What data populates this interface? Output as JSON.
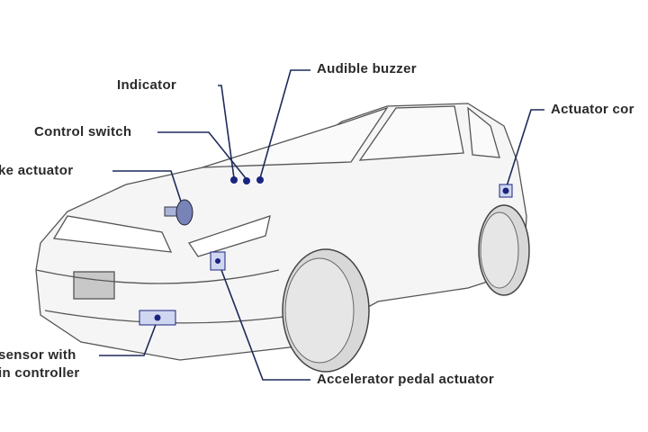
{
  "labels": {
    "indicator": "Indicator",
    "audible_buzzer": "Audible buzzer",
    "control_switch": "Control switch",
    "brake_actuator": "ke actuator",
    "actuator_controller": "Actuator cor",
    "sensor_line1": "sensor with",
    "sensor_line2": "in controller",
    "accelerator": "Accelerator pedal actuator"
  },
  "colors": {
    "leader": "#1f2a5a",
    "marker": "#1a237e",
    "car_line": "#555555",
    "car_fill": "#f4f4f4"
  }
}
